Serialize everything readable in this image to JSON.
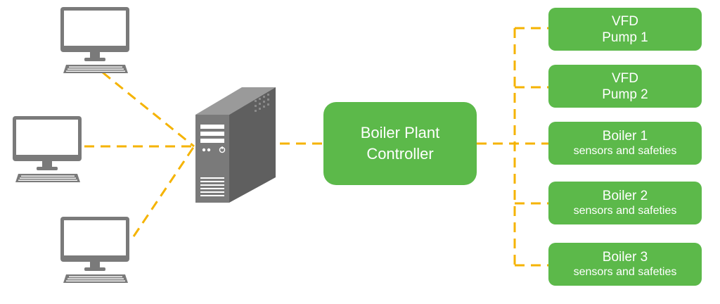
{
  "colors": {
    "green": "#5cb94a",
    "link": "#f5b301",
    "device": "#7a7a7a",
    "text_on_green": "#ffffff"
  },
  "icons": {
    "workstations": [
      "desktop-computer-icon",
      "desktop-computer-icon",
      "desktop-computer-icon"
    ],
    "server": "server-tower-icon"
  },
  "controller": {
    "line1": "Boiler Plant",
    "line2": "Controller"
  },
  "devices": [
    {
      "line1": "VFD",
      "line2": "Pump 1"
    },
    {
      "line1": "VFD",
      "line2": "Pump 2"
    },
    {
      "line1": "Boiler 1",
      "line2": "sensors and safeties"
    },
    {
      "line1": "Boiler 2",
      "line2": "sensors and safeties"
    },
    {
      "line1": "Boiler 3",
      "line2": "sensors and safeties"
    }
  ]
}
